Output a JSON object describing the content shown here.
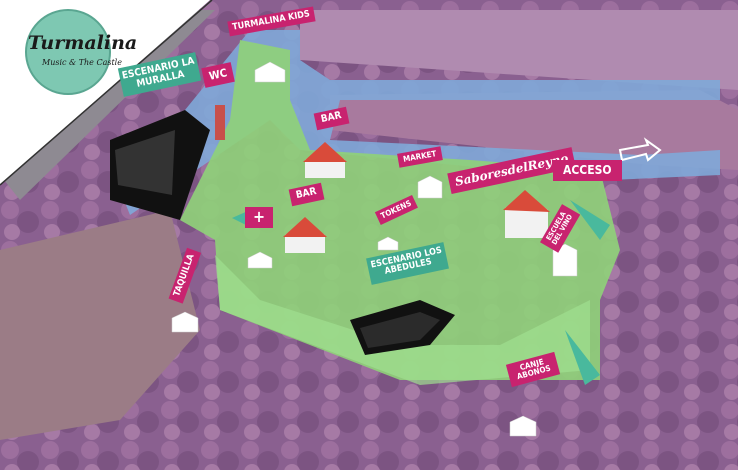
{
  "logo": {
    "name": "Turmalina",
    "tagline": "Music & The Castle"
  },
  "colors": {
    "brand_pink": "#c8236f",
    "brand_teal": "#3fa98f",
    "venue_area": "#8fd07a",
    "walkway": "#7fa8d8",
    "surroundings": "#9a6a9a"
  },
  "map_labels": {
    "turmalina_kids": "TURMALINA KIDS",
    "escenario_muralla": "ESCENARIO LA MURALLA",
    "wc": "WC",
    "bar_top": "BAR",
    "bar_left": "BAR",
    "first_aid": "+",
    "market": "MARKET",
    "tokens": "TOKENS",
    "sabores": "SaboresdelReyno",
    "acceso": "ACCESO",
    "escuela_vino": "ESCUELA DEL VINO",
    "escenario_abedules": "ESCENARIO LOS ABEDULES",
    "taquilla": "TAQUILLA",
    "canje_abonos": "CANJE ABONOS"
  },
  "icons": [
    "tent-icon",
    "bar-stand-icon",
    "stage-icon",
    "flow-arrow-icon",
    "entrance-arrow-icon",
    "first-aid-icon"
  ]
}
